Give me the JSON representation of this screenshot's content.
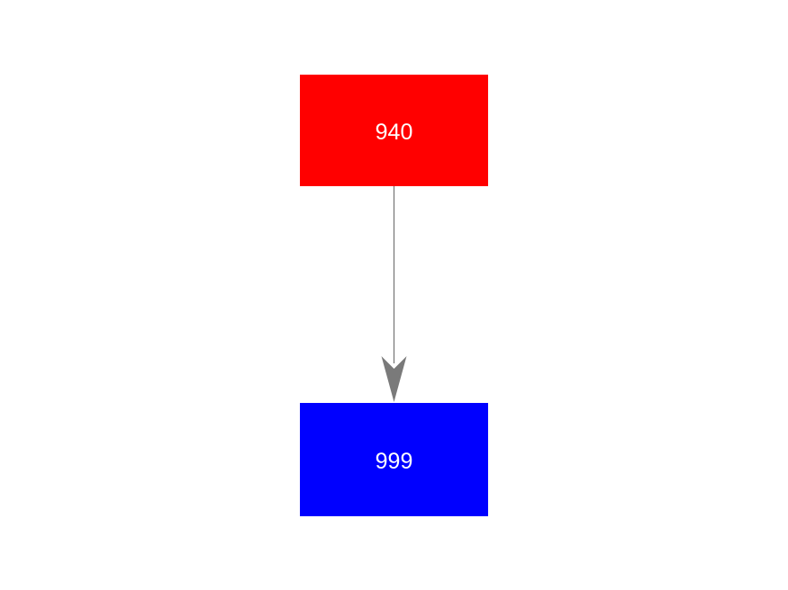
{
  "canvas": {
    "background_color": "#ffffff"
  },
  "diagram": {
    "type": "flowchart",
    "direction": "top-to-bottom",
    "nodes": [
      {
        "id": "node-940",
        "label": "940",
        "fill_color": "#ff0000",
        "text_color": "#ffffff",
        "shape": "rectangle"
      },
      {
        "id": "node-999",
        "label": "999",
        "fill_color": "#0000ff",
        "text_color": "#ffffff",
        "shape": "rectangle"
      }
    ],
    "edges": [
      {
        "from": "940",
        "to": "999",
        "color": "#7a7a7a",
        "arrowhead": "stealth-down"
      }
    ]
  }
}
